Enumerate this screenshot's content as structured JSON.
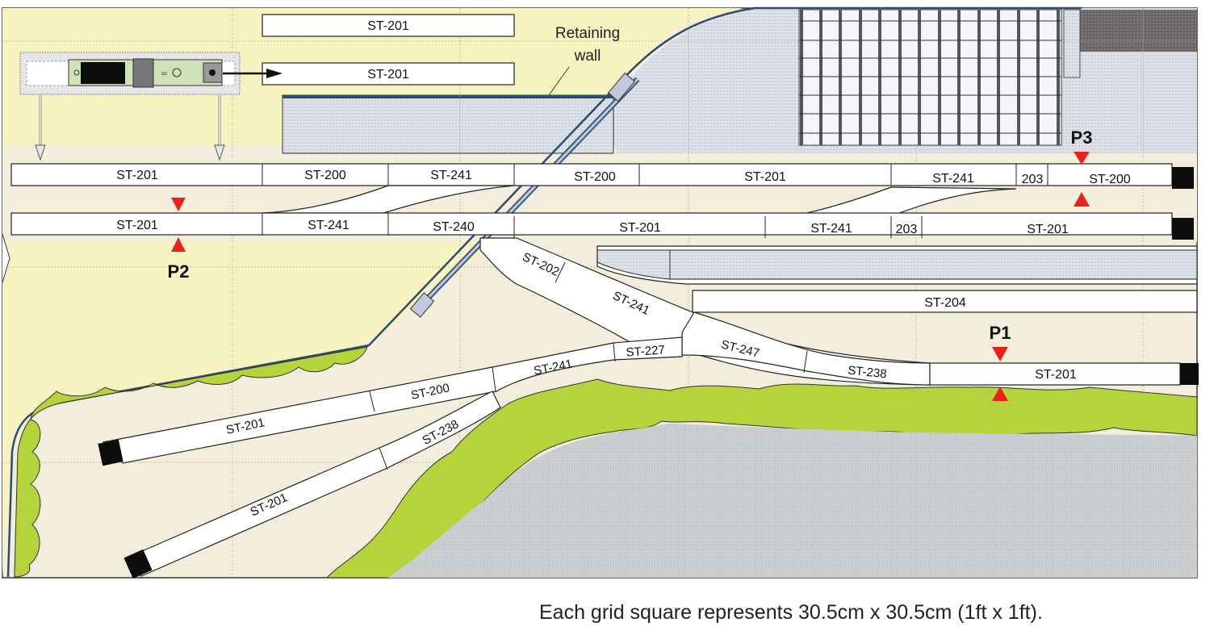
{
  "diagram": {
    "title": "Model railway shunting layout track plan",
    "colors": {
      "upper_ground": "#f7f3c0",
      "lower_ground": "#f3eedb",
      "raised_area": "#d9dee6",
      "bushes": "#b5d33a",
      "dark_roof": "#6e6a6e",
      "track": "#ffffff",
      "marker": "#e8231a",
      "wall": "#2b4d6e"
    },
    "callouts": {
      "retaining_wall_line1": "Retaining",
      "retaining_wall_line2": "wall"
    },
    "markers": [
      {
        "id": "P1",
        "label": "P1"
      },
      {
        "id": "P2",
        "label": "P2"
      },
      {
        "id": "P3",
        "label": "P3"
      }
    ],
    "top_storage": [
      {
        "label": "ST-201"
      },
      {
        "label": "ST-201"
      }
    ],
    "row1": [
      {
        "label": "ST-201"
      },
      {
        "label": "ST-200"
      },
      {
        "label": "ST-241"
      },
      {
        "label": "ST-200"
      },
      {
        "label": "ST-201"
      },
      {
        "label": "ST-241"
      },
      {
        "label": "203"
      },
      {
        "label": "ST-200"
      }
    ],
    "row2": [
      {
        "label": "ST-201"
      },
      {
        "label": "ST-241"
      },
      {
        "label": "ST-240"
      },
      {
        "label": "ST-201"
      },
      {
        "label": "ST-241"
      },
      {
        "label": "203"
      },
      {
        "label": "ST-201"
      }
    ],
    "diagonal": [
      {
        "label": "ST-202"
      },
      {
        "label": "ST-241"
      },
      {
        "label": "ST-247"
      },
      {
        "label": "ST-238"
      },
      {
        "label": "ST-201"
      }
    ],
    "platform_siding": {
      "label": "ST-204"
    },
    "lower_left_upper": [
      {
        "label": "ST-227"
      },
      {
        "label": "ST-241"
      },
      {
        "label": "ST-200"
      },
      {
        "label": "ST-201"
      }
    ],
    "lower_left_lower": [
      {
        "label": "ST-238"
      },
      {
        "label": "ST-201"
      }
    ]
  },
  "caption": "Each grid square represents 30.5cm x 30.5cm (1ft x 1ft)."
}
